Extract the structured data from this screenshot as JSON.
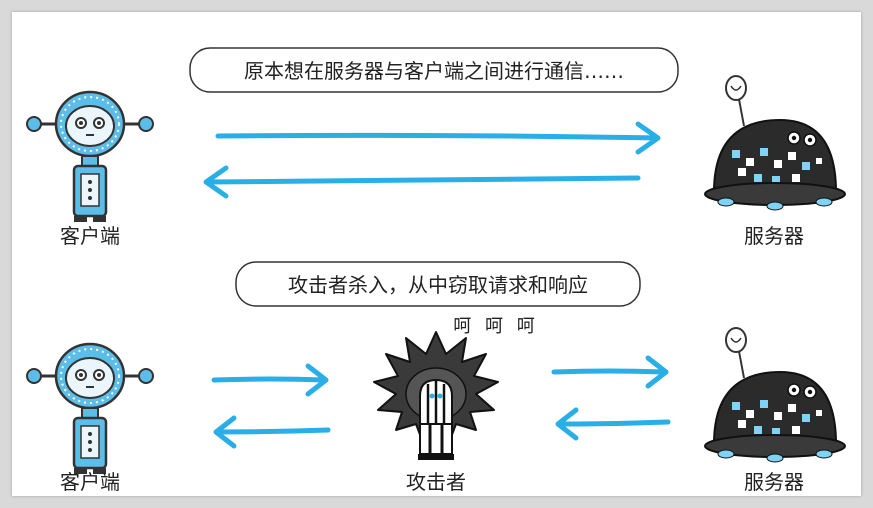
{
  "scene_top": {
    "bubble_text": "原本想在服务器与客户端之间进行通信……",
    "client_label": "客户端",
    "server_label": "服务器"
  },
  "scene_bottom": {
    "bubble_text": "攻击者杀入，从中窃取请求和响应",
    "laugh_text": "呵 呵 呵",
    "client_label": "客户端",
    "attacker_label": "攻击者",
    "server_label": "服务器"
  },
  "colors": {
    "arrow": "#29aee6",
    "client_body": "#5cbde8",
    "server_body": "#2b2b2b",
    "attacker_body": "#3a3a3a",
    "bubble_stroke": "#333333"
  }
}
